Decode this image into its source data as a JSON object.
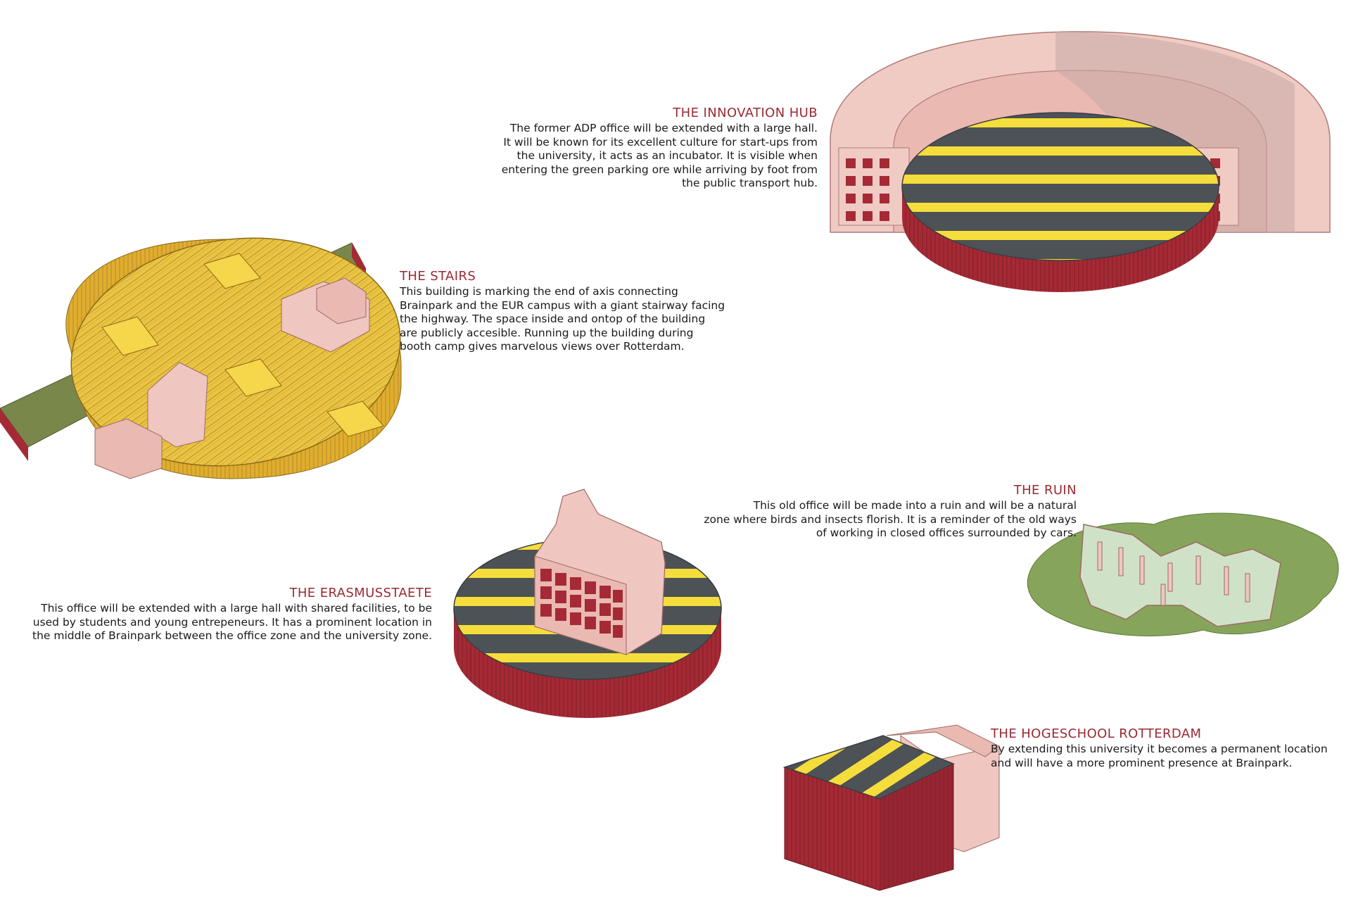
{
  "colors": {
    "accent_title": "#9a2a34",
    "brick_red": "#a52a36",
    "pink_wall": "#efc7c0",
    "asphalt": "#4d5256",
    "road_yellow": "#f5dd3c",
    "wood_yellow": "#e9c241",
    "grass_green": "#86a55a",
    "olive_green": "#79874a"
  },
  "buildings": [
    {
      "title": "THE INNOVATION HUB",
      "text": "The former ADP office will be extended with a large hall.\nIt will be known for its excellent culture for start-ups from\nthe university, it acts as an incubator. It is visible when\nentering the green parking ore while arriving by foot from\nthe public transport hub."
    },
    {
      "title": "THE STAIRS",
      "text": "This building is marking the end of axis connecting\nBrainpark and the EUR campus with a giant stairway facing\nthe highway. The space inside and ontop of the building\nare publicly accesible. Running up the building during\nbooth camp gives marvelous views over Rotterdam."
    },
    {
      "title": "THE RUIN",
      "text": "This old office will be made into a ruin and will be a natural\nzone where birds and insects florish. It is a reminder of the old ways\nof working in closed offices surrounded by cars."
    },
    {
      "title": "THE ERASMUSSTAETE",
      "text": "This office will be extended with a large hall with shared facilities, to be\nused by students and young entrepeneurs. It has a prominent location in\nthe middle of Brainpark between the office zone and the university zone."
    },
    {
      "title": "THE HOGESCHOOL ROTTERDAM",
      "text": "By extending this university it becomes a permanent location\nand will have a more prominent presence at Brainpark."
    }
  ]
}
